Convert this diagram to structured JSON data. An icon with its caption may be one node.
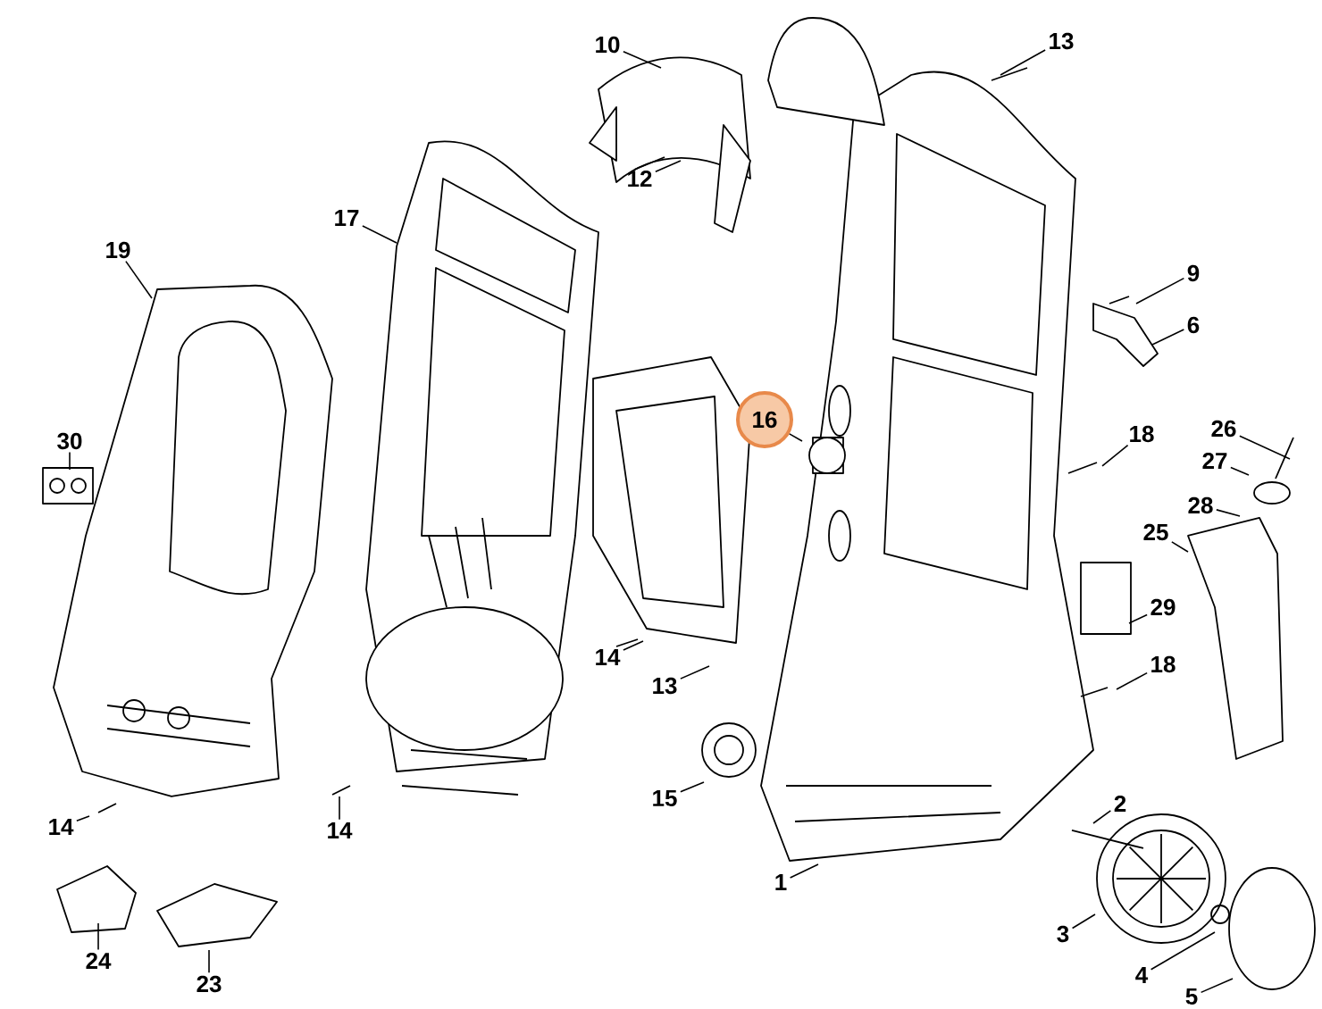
{
  "diagram": {
    "nodes": [
      {
        "text": [
          "10"
        ]
      },
      {
        "text": [
          "13"
        ]
      },
      {
        "text": [
          "12"
        ]
      },
      {
        "text": [
          "17"
        ]
      },
      {
        "text": [
          "19"
        ]
      },
      {
        "text": [
          "9"
        ]
      },
      {
        "text": [
          "6"
        ]
      },
      {
        "text": [
          "16"
        ]
      },
      {
        "text": [
          "30"
        ]
      },
      {
        "text": [
          "18"
        ]
      },
      {
        "text": [
          "26"
        ]
      },
      {
        "text": [
          "27"
        ]
      },
      {
        "text": [
          "28"
        ]
      },
      {
        "text": [
          "25"
        ]
      },
      {
        "text": [
          "29"
        ]
      },
      {
        "text": [
          "14"
        ]
      },
      {
        "text": [
          "13"
        ]
      },
      {
        "text": [
          "18"
        ]
      },
      {
        "text": [
          "15"
        ]
      },
      {
        "text": [
          "2"
        ]
      },
      {
        "text": [
          "1"
        ]
      },
      {
        "text": [
          "14"
        ]
      },
      {
        "text": [
          "14"
        ]
      },
      {
        "text": [
          "3"
        ]
      },
      {
        "text": [
          "4"
        ]
      },
      {
        "text": [
          "5"
        ]
      },
      {
        "text": [
          "24"
        ]
      },
      {
        "text": [
          "23"
        ]
      }
    ],
    "edges": [
      {
        "from": 0,
        "to": null,
        "arrow": "none"
      },
      {
        "from": 1,
        "to": null,
        "arrow": "none"
      },
      {
        "from": 2,
        "to": null,
        "arrow": "none"
      },
      {
        "from": 3,
        "to": null,
        "arrow": "none"
      },
      {
        "from": 4,
        "to": null,
        "arrow": "none"
      },
      {
        "from": 5,
        "to": null,
        "arrow": "none"
      },
      {
        "from": 6,
        "to": null,
        "arrow": "none"
      },
      {
        "from": 7,
        "to": null,
        "arrow": "none"
      },
      {
        "from": 8,
        "to": null,
        "arrow": "none"
      },
      {
        "from": 9,
        "to": null,
        "arrow": "none"
      },
      {
        "from": 10,
        "to": null,
        "arrow": "none"
      },
      {
        "from": 11,
        "to": null,
        "arrow": "none"
      },
      {
        "from": 12,
        "to": null,
        "arrow": "none"
      },
      {
        "from": 13,
        "to": null,
        "arrow": "none"
      },
      {
        "from": 14,
        "to": null,
        "arrow": "none"
      },
      {
        "from": 15,
        "to": null,
        "arrow": "none"
      },
      {
        "from": 16,
        "to": null,
        "arrow": "none"
      },
      {
        "from": 17,
        "to": null,
        "arrow": "none"
      },
      {
        "from": 18,
        "to": null,
        "arrow": "none"
      },
      {
        "from": 19,
        "to": null,
        "arrow": "none"
      },
      {
        "from": 20,
        "to": null,
        "arrow": "none"
      },
      {
        "from": 21,
        "to": null,
        "arrow": "none"
      },
      {
        "from": 22,
        "to": null,
        "arrow": "none"
      },
      {
        "from": 23,
        "to": null,
        "arrow": "none"
      },
      {
        "from": 24,
        "to": null,
        "arrow": "none"
      },
      {
        "from": 25,
        "to": null,
        "arrow": "none"
      },
      {
        "from": 26,
        "to": null,
        "arrow": "none"
      },
      {
        "from": 27,
        "to": null,
        "arrow": "none"
      }
    ]
  }
}
